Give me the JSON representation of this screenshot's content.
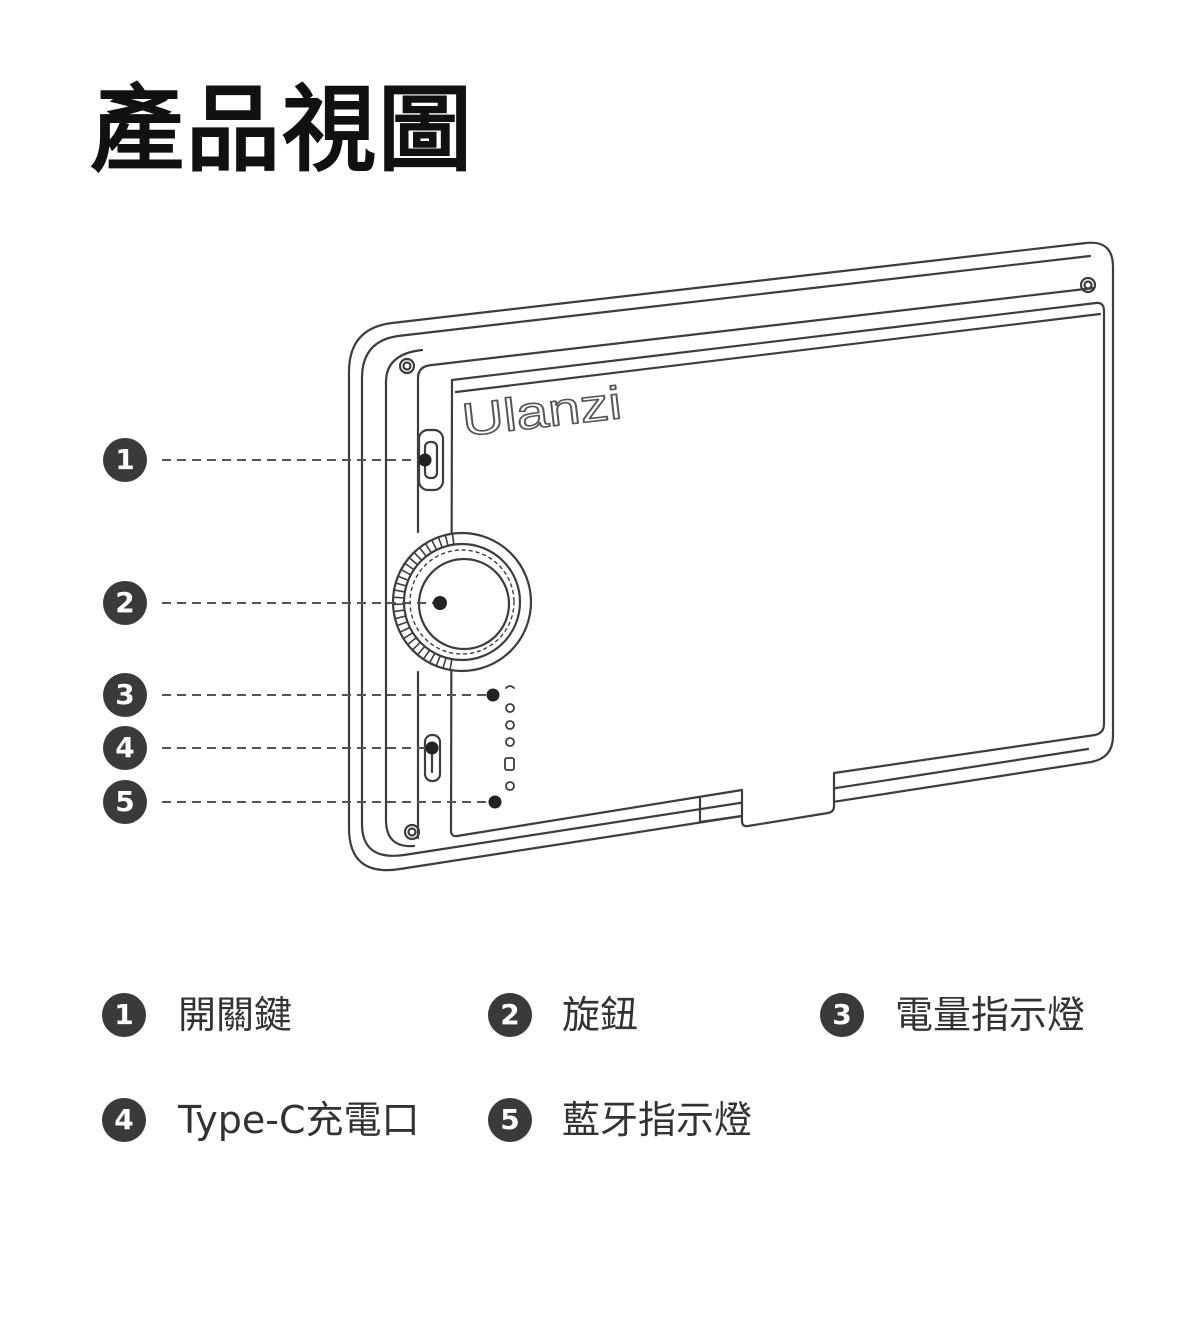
{
  "title": "產品視圖",
  "device": {
    "brand_logo": "Ulanzi"
  },
  "callouts": [
    {
      "number": "1"
    },
    {
      "number": "2"
    },
    {
      "number": "3"
    },
    {
      "number": "4"
    },
    {
      "number": "5"
    }
  ],
  "legend": [
    {
      "number": "1",
      "label": "開關鍵"
    },
    {
      "number": "2",
      "label": "旋鈕"
    },
    {
      "number": "3",
      "label": "電量指示燈"
    },
    {
      "number": "4",
      "label": "Type-C充電口"
    },
    {
      "number": "5",
      "label": "藍牙指示燈"
    }
  ],
  "colors": {
    "badge": "#3a3a3a",
    "badge_text": "#ffffff",
    "label_text": "#333333",
    "title_text": "#111111",
    "line": "#555555",
    "outline": "#3d3d3d"
  }
}
